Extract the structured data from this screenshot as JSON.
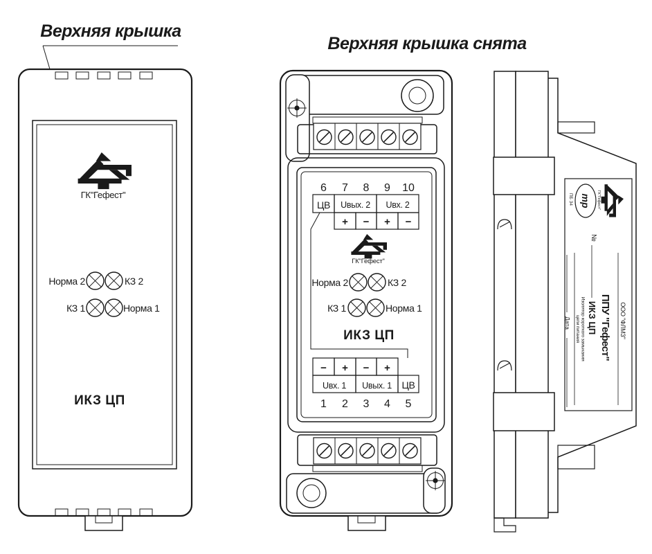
{
  "page": {
    "background": "#ffffff",
    "line_color": "#1a1a1a"
  },
  "titles": {
    "left": "Верхняя крышка",
    "middle": "Верхняя крышка снята"
  },
  "panel": {
    "logo_caption": "ГК\"Гефест\"",
    "model": "ИКЗ ЦП",
    "indicators": {
      "norma2": "Норма 2",
      "kz2": "КЗ 2",
      "kz1": "КЗ 1",
      "norma1": "Норма 1"
    }
  },
  "top_terminals": {
    "numbers": [
      "6",
      "7",
      "8",
      "9",
      "10"
    ],
    "cv": "ЦВ",
    "u_out": "Uвых. 2",
    "u_in": "Uвх. 2",
    "signs": [
      "+",
      "−",
      "+",
      "−"
    ]
  },
  "bottom_terminals": {
    "numbers": [
      "1",
      "2",
      "3",
      "4",
      "5"
    ],
    "u_in": "Uвх. 1",
    "u_out": "Uвых. 1",
    "cv": "ЦВ",
    "signs": [
      "−",
      "+",
      "−",
      "+"
    ]
  },
  "side_label": {
    "company": "ООО \"ФЛМЗ\"",
    "product": "ППУ \"Гефест\"",
    "model": "ИКЗ ЦП",
    "desc1": "Изолятор короткого замыкания",
    "desc2": "цепи питания",
    "number_label": "№",
    "date_label": "Дата",
    "cert_mark": "тр",
    "cert_code": "ПБ 34",
    "logo_caption": "ГК\"Гефест\""
  }
}
